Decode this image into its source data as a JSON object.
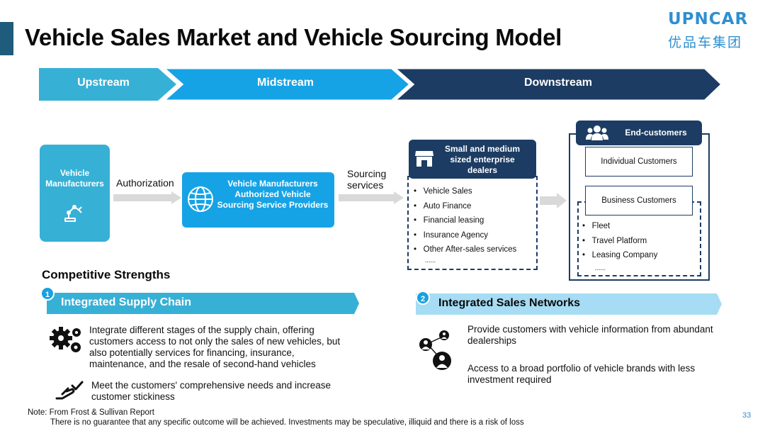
{
  "title": "Vehicle Sales Market and Vehicle Sourcing Model",
  "logo": {
    "top": "UPNCAR",
    "bottom": "优品车集团"
  },
  "streams": [
    "Upstream",
    "Midstream",
    "Downstream"
  ],
  "flow": {
    "manufacturers": "Vehicle Manufacturers",
    "authorization": "Authorization",
    "providers": "Vehicle Manufacturers Authorized Vehicle Sourcing Service Providers",
    "sourcing_line1": "Sourcing",
    "sourcing_line2": "services",
    "dealers": "Small and medium sized enterprise dealers",
    "dealer_services": [
      "Vehicle Sales",
      "Auto Finance",
      "Financial leasing",
      "Insurance Agency",
      "Other After-sales services"
    ],
    "dealer_more": "......",
    "end_customers": "End-customers",
    "individual": "Individual Customers",
    "business": "Business Customers",
    "business_types": [
      "Fleet",
      "Travel Platform",
      "Leasing Company"
    ],
    "business_more": "......"
  },
  "strengths": {
    "heading": "Competitive Strengths",
    "one": {
      "num": "1",
      "title": "Integrated Supply Chain",
      "text1": "Integrate different stages of the supply chain, offering customers access to not only the sales of new vehicles, but also potentially services for financing, insurance, maintenance, and the resale of second-hand vehicles",
      "text2": "Meet the customers' comprehensive needs and increase customer stickiness"
    },
    "two": {
      "num": "2",
      "title": "Integrated Sales Networks",
      "text1": "Provide customers with vehicle information from abundant dealerships",
      "text2": "Access to a broad portfolio of vehicle brands with less investment required"
    }
  },
  "note_line1": "Note: From Frost & Sullivan Report",
  "note_line2": "There is no guarantee that any specific outcome will be achieved. Investments may be speculative, illiquid and there is a risk of loss",
  "page_number": "33",
  "colors": {
    "upstream": "#37b0d6",
    "midstream": "#16a3e6",
    "downstream": "#1c3c63",
    "accent": "#1aa0e0"
  }
}
